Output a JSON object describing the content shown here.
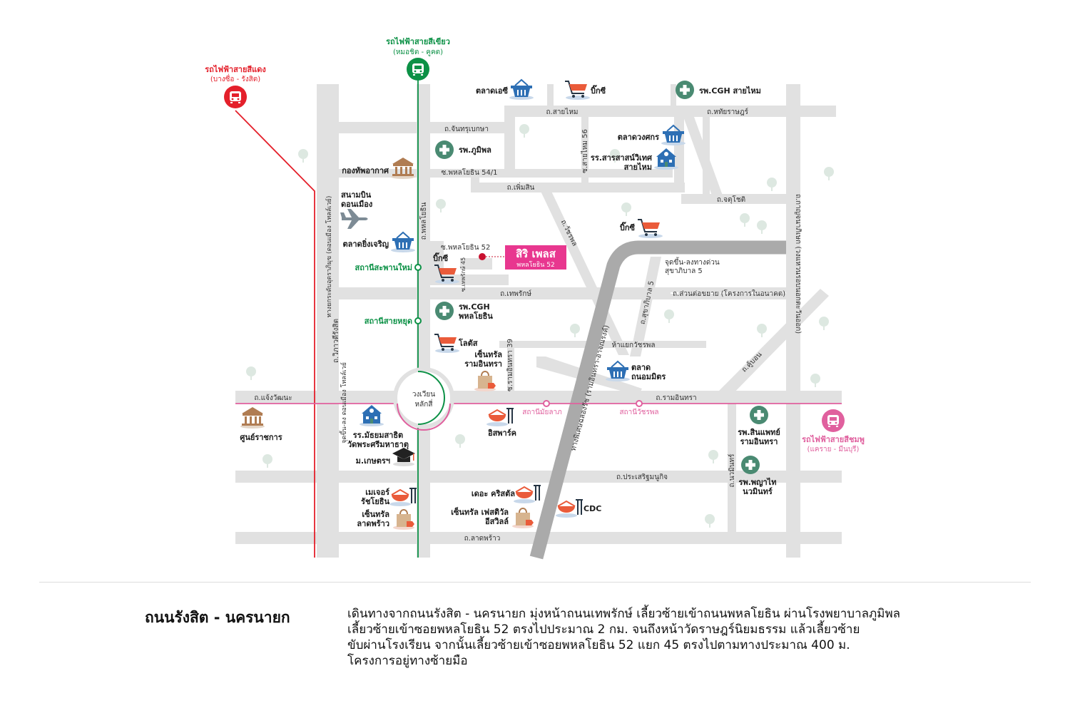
{
  "transit": {
    "red": {
      "title": "รถไฟฟ้าสายสีแดง",
      "sub": "(บางซื่อ - รังสิต)",
      "color": "#e4202b"
    },
    "green": {
      "title": "รถไฟฟ้าสายสีเขียว",
      "sub": "(หมอชิต - คูคต)",
      "color": "#0c9146"
    },
    "pink": {
      "title": "รถไฟฟ้าสายสีชมพู",
      "sub": "(แคราย - มีนบุรี)",
      "color": "#e0609e"
    }
  },
  "stations": {
    "green_1": "สถานีสะพานใหม่",
    "green_2": "สถานีสายหยุด",
    "pink_1": "สถานีมัยลาภ",
    "pink_2": "สถานีวัชรพล"
  },
  "roads": {
    "r1": "ถ.สายไหม",
    "r2": "ถ.หทัยราษฎร์",
    "r3": "ถ.จันทรุเบกษา",
    "r4": "ซ.พหลโยธิน 54/1",
    "r5": "ถ.เพิ่มสิน",
    "r6": "ซ.สายไหม 56",
    "r7": "ถ.จตุโชติ",
    "r8": "ถ.วัชรพล",
    "r9": "ถ.พหลโยธิน",
    "r10": "ซ.พหลโยธิน 52",
    "r11": "ซ.เทพรักษ์ 45",
    "r12": "ถ.เทพรักษ์",
    "r13": "ถ.ส่วนต่อขยาย (โครงการในอนาคต)",
    "r14": "ทางพิเศษฉลองรัช (รามอินทรา-อาจณรงค์)",
    "r15": "ถ.สุขาภิบาล 5",
    "r16": "ห้าแยกวัชรพล",
    "r17": "ซ.รามอินทรา 39",
    "r18": "ถ.แจ้งวัฒนะ",
    "r19": "ถ.รามอินทรา",
    "r20": "ถ.คู้บอน",
    "r21": "ทางยกระดับอุตราภิมุข (ดอนเมือง โทลล์เวย์)",
    "r22": "ถ.วิภาวดีรังสิต",
    "r23": "จุดขึ้น-ลง ดอนเมือง โทลล์เวย์",
    "r24": "ถ.ประเสริฐมนูกิจ",
    "r25": "ถ.ลาดพร้าว",
    "r26": "ถ.นวมินทร์",
    "r27": "ถ.กาญจนาภิเษก (วงแหวนรอบนอกตะวันออก)",
    "r28": "จุดขึ้น-ลงทางด่วน",
    "r29": "สุขาภิบาล 5"
  },
  "roundabout": {
    "line1": "วงเวียน",
    "line2": "หลักสี่"
  },
  "project": {
    "name": "สิริ เพลส",
    "sub": "พหลโยธิน 52",
    "color": "#e8378f"
  },
  "pois": {
    "market_or": "ตลาดเอซี",
    "bigc_1": "บิ๊กซี",
    "cgh_saimai": "รพ.CGH สายไหม",
    "market_wongsakorn": "ตลาดวงศกร",
    "school_saimai_1": "รร.สารสาสน์วิเทศ",
    "school_saimai_2": "สายไหม",
    "bhumibol": "รพ.ภูมิพล",
    "airforce": "กองทัพอากาศ",
    "airport_1": "สนามบิน",
    "airport_2": "ดอนเมือง",
    "market_yingcharoen": "ตลาดยิ่งเจริญ",
    "bigc_2": "บิ๊กซี",
    "bigc_3": "บิ๊กซี",
    "cgh_1": "รพ.CGH",
    "cgh_2": "พหลโยธิน",
    "lotus": "โลตัส",
    "central_ram_1": "เซ็นทรัล",
    "central_ram_2": "รามอินทรา",
    "market_thanon_1": "ตลาด",
    "market_thanon_2": "ถนอมมิตร",
    "govcenter": "ศูนย์ราชการ",
    "school_mattayom_1": "รร.มัธยมสาธิต",
    "school_mattayom_2": "วัดพระศรีมหาธาตุ",
    "kasetsart": "ม.เกษตรฯ",
    "major_1": "เมเจอร์",
    "major_2": "รัชโยธิน",
    "central_lat_1": "เซ็นทรัล",
    "central_lat_2": "ลาดพร้าว",
    "ispark": "อิสพาร์ค",
    "crystal": "เดอะ คริสตัล",
    "cdc": "CDC",
    "festival_1": "เซ็นทรัล เฟสติวัล",
    "festival_2": "อีสวิลล์",
    "sinphaet_1": "รพ.สินแพทย์",
    "sinphaet_2": "รามอินทรา",
    "phyathai_1": "รพ.พญาไท",
    "phyathai_2": "นวมินทร์"
  },
  "icons": {
    "hospital": "hospital-icon",
    "market": "market-basket-icon",
    "supermarket": "shopping-cart-icon",
    "school": "school-building-icon",
    "government": "government-building-icon",
    "university": "graduation-cap-icon",
    "mall": "shopping-bag-icon",
    "restaurant": "food-dining-icon",
    "airport": "airplane-icon",
    "train": "train-icon",
    "tree": "tree-icon"
  },
  "colors": {
    "road": "#e1e1e1",
    "expressway": "#aaaaaa",
    "hospital": "#4a8a72",
    "market": "#2d6fb4",
    "cart": "#ea5b3a",
    "accent_green": "#0c9146",
    "accent_red": "#e4202b",
    "accent_pink": "#e0609e"
  },
  "route": {
    "title": "ถนนรังสิต - นครนายก",
    "lines": [
      "เดินทางจากถนนรังสิต - นครนายก มุ่งหน้าถนนเทพรักษ์ เลี้ยวซ้ายเข้าถนนพหลโยธิน ผ่านโรงพยาบาลภูมิพล",
      "เลี้ยวซ้ายเข้าซอยพหลโยธิน 52  ตรงไปประมาณ 2 กม. จนถึงหน้าวัดราษฎร์นิยมธรรม แล้วเลี้ยวซ้าย",
      "ขับผ่านโรงเรียน จากนั้นเลี้ยวซ้ายเข้าซอยพหลโยธิน 52 แยก 45 ตรงไปตามทางประมาณ 400 ม.",
      "โครงการอยู่ทางซ้ายมือ"
    ]
  }
}
